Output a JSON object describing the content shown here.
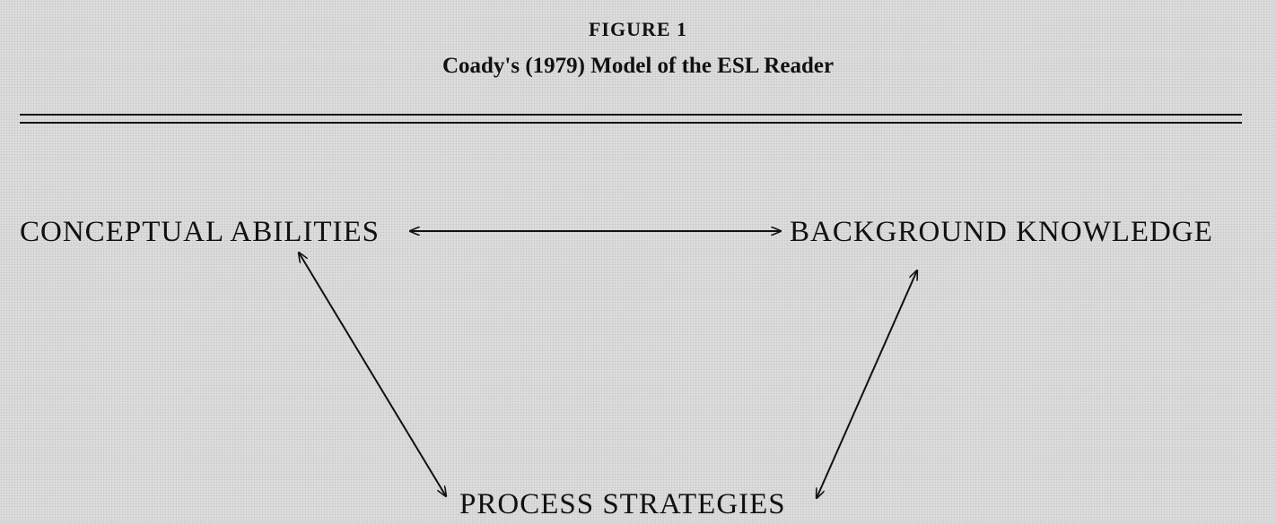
{
  "figure": {
    "label": "FIGURE 1",
    "caption": "Coady's (1979) Model of the ESL Reader"
  },
  "nodes": {
    "conceptual": "CONCEPTUAL ABILITIES",
    "background": "BACKGROUND KNOWLEDGE",
    "process": "PROCESS STRATEGIES"
  },
  "edges": [
    {
      "from": "conceptual",
      "to": "background",
      "type": "bidirectional"
    },
    {
      "from": "conceptual",
      "to": "process",
      "type": "bidirectional"
    },
    {
      "from": "background",
      "to": "process",
      "type": "bidirectional"
    }
  ],
  "colors": {
    "background": "#d8d8d8",
    "ink": "#111111"
  }
}
